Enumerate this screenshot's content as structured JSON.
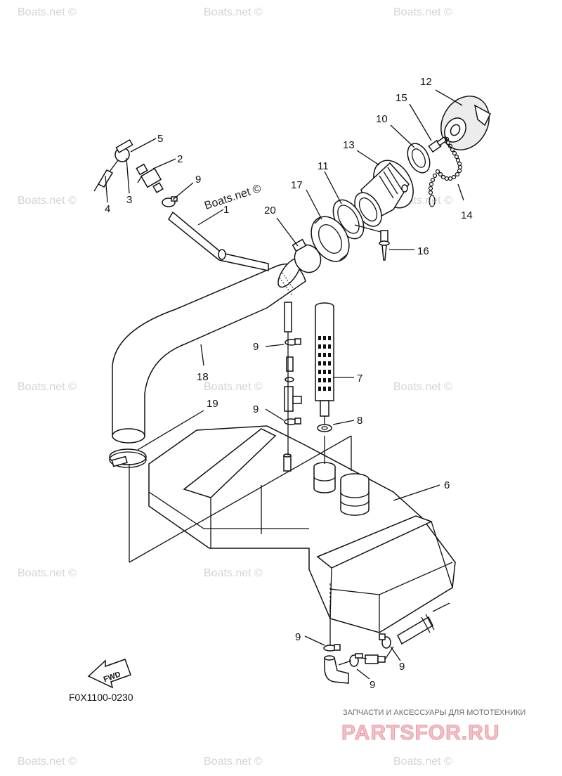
{
  "watermark": {
    "text": "Boats.net ©"
  },
  "drawing_code": "F0X1100-0230",
  "fwd_label": "FWD",
  "footer": {
    "tagline": "ЗАПЧАСТИ И АКСЕССУАРЫ ДЛЯ МОТОТЕХНИКИ",
    "brand": "PARTSFOR.RU"
  },
  "callouts": [
    "1",
    "2",
    "3",
    "4",
    "5",
    "6",
    "7",
    "8",
    "9",
    "9",
    "9",
    "9",
    "9",
    "9",
    "10",
    "11",
    "12",
    "13",
    "14",
    "15",
    "16",
    "17",
    "18",
    "19",
    "20"
  ]
}
